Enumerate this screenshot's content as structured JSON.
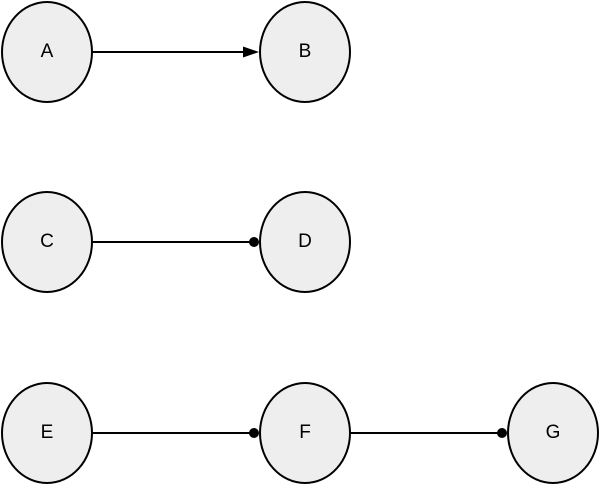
{
  "diagram": {
    "node_fill": "#eeeeee",
    "stroke_color": "#000000",
    "nodes": [
      {
        "id": "A",
        "label": "A"
      },
      {
        "id": "B",
        "label": "B"
      },
      {
        "id": "C",
        "label": "C"
      },
      {
        "id": "D",
        "label": "D"
      },
      {
        "id": "E",
        "label": "E"
      },
      {
        "id": "F",
        "label": "F"
      },
      {
        "id": "G",
        "label": "G"
      }
    ],
    "edges": [
      {
        "from": "A",
        "to": "B",
        "end_marker": "arrow"
      },
      {
        "from": "C",
        "to": "D",
        "end_marker": "dot"
      },
      {
        "from": "E",
        "to": "F",
        "end_marker": "dot"
      },
      {
        "from": "F",
        "to": "G",
        "end_marker": "dot"
      }
    ]
  }
}
